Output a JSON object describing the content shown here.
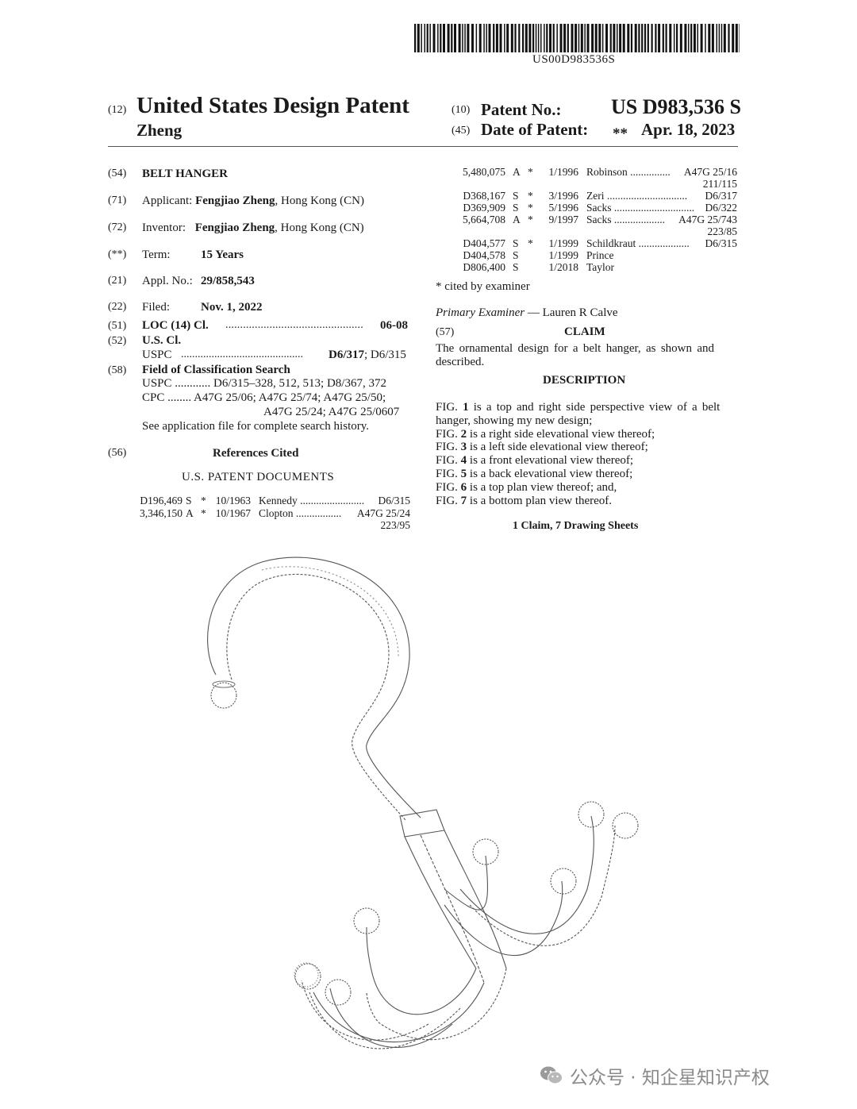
{
  "barcode": {
    "number": "US00D983536S"
  },
  "header": {
    "code12": "(12)",
    "title": "United States Design Patent",
    "inventor_surname": "Zheng",
    "code10": "(10)",
    "patent_no_label": "Patent No.:",
    "patent_no": "US D983,536 S",
    "code45": "(45)",
    "date_label": "Date of Patent:",
    "date_marker": "**",
    "date": "Apr. 18, 2023"
  },
  "left": {
    "f54": {
      "code": "(54)",
      "value": "BELT HANGER"
    },
    "f71": {
      "code": "(71)",
      "label": "Applicant:",
      "name": "Fengjiao Zheng",
      "rest": ", Hong Kong (CN)"
    },
    "f72": {
      "code": "(72)",
      "label": "Inventor:",
      "name": "Fengjiao Zheng",
      "rest": ", Hong Kong (CN)"
    },
    "term": {
      "code": "(**)",
      "label": "Term:",
      "value": "15 Years"
    },
    "f21": {
      "code": "(21)",
      "label": "Appl. No.:",
      "value": "29/858,543"
    },
    "f22": {
      "code": "(22)",
      "label": "Filed:",
      "value": "Nov. 1, 2022"
    },
    "f51": {
      "code": "(51)",
      "label": "LOC (14) Cl.",
      "dots": "...............................................",
      "value": "06-08"
    },
    "f52": {
      "code": "(52)",
      "label": "U.S. Cl.",
      "sub": "USPC",
      "dots": "............................................",
      "bold_value": "D6/317",
      "rest": "; D6/315"
    },
    "f58": {
      "code": "(58)",
      "label": "Field of Classification Search",
      "uspc": "USPC ............ D6/315–328, 512, 513; D8/367, 372",
      "cpc1": "CPC ........ A47G 25/06; A47G 25/74; A47G 25/50;",
      "cpc2": "A47G 25/24; A47G 25/0607",
      "note": "See application file for complete search history."
    },
    "f56": {
      "code": "(56)",
      "label": "References Cited",
      "sub": "U.S. PATENT DOCUMENTS"
    },
    "refs": [
      {
        "no": "D196,469",
        "kind": "S",
        "star": "*",
        "date": "10/1963",
        "name": "Kennedy",
        "dots": "........................",
        "cls": "D6/315",
        "cont": ""
      },
      {
        "no": "3,346,150",
        "kind": "A",
        "star": "*",
        "date": "10/1967",
        "name": "Clopton",
        "dots": ".................",
        "cls": "A47G 25/24",
        "cont": "223/95"
      }
    ]
  },
  "right": {
    "refs": [
      {
        "no": "5,480,075",
        "kind": "A",
        "star": "*",
        "date": "1/1996",
        "name": "Robinson",
        "dots": "...............",
        "cls": "A47G 25/16",
        "cont": "211/115"
      },
      {
        "no": "D368,167",
        "kind": "S",
        "star": "*",
        "date": "3/1996",
        "name": "Zeri",
        "dots": "..............................",
        "cls": "D6/317",
        "cont": ""
      },
      {
        "no": "D369,909",
        "kind": "S",
        "star": "*",
        "date": "5/1996",
        "name": "Sacks",
        "dots": "..............................",
        "cls": "D6/322",
        "cont": ""
      },
      {
        "no": "5,664,708",
        "kind": "A",
        "star": "*",
        "date": "9/1997",
        "name": "Sacks",
        "dots": "...................",
        "cls": "A47G 25/743",
        "cont": "223/85"
      },
      {
        "no": "D404,577",
        "kind": "S",
        "star": "*",
        "date": "1/1999",
        "name": "Schildkraut",
        "dots": "...................",
        "cls": "D6/315",
        "cont": ""
      },
      {
        "no": "D404,578",
        "kind": "S",
        "star": "",
        "date": "1/1999",
        "name": "Prince",
        "dots": "",
        "cls": "",
        "cont": ""
      },
      {
        "no": "D806,400",
        "kind": "S",
        "star": "",
        "date": "1/2018",
        "name": "Taylor",
        "dots": "",
        "cls": "",
        "cont": ""
      }
    ],
    "cited": "* cited by examiner",
    "examiner_label": "Primary Examiner",
    "examiner_dash": " — ",
    "examiner_name": "Lauren R Calve",
    "f57": {
      "code": "(57)",
      "label": "CLAIM"
    },
    "claim_line1": "The ornamental design for a belt hanger, as shown and",
    "claim_line2": "described.",
    "desc_label": "DESCRIPTION",
    "desc": [
      {
        "pre": "FIG. ",
        "num": "1",
        "text": " is a top and right side perspective view of a belt"
      },
      {
        "pre": "",
        "num": "",
        "text": "hanger, showing my new design;"
      },
      {
        "pre": "FIG. ",
        "num": "2",
        "text": " is a right side elevational view thereof;"
      },
      {
        "pre": "FIG. ",
        "num": "3",
        "text": " is a left side elevational view thereof;"
      },
      {
        "pre": "FIG. ",
        "num": "4",
        "text": " is a front elevational view thereof;"
      },
      {
        "pre": "FIG. ",
        "num": "5",
        "text": " is a back elevational view thereof;"
      },
      {
        "pre": "FIG. ",
        "num": "6",
        "text": " is a top plan view thereof; and,"
      },
      {
        "pre": "FIG. ",
        "num": "7",
        "text": " is a bottom plan view thereof."
      }
    ],
    "sheets": "1 Claim, 7 Drawing Sheets"
  },
  "watermark": {
    "text": "公众号 · 知企星知识产权",
    "icon": "wechat-icon"
  }
}
